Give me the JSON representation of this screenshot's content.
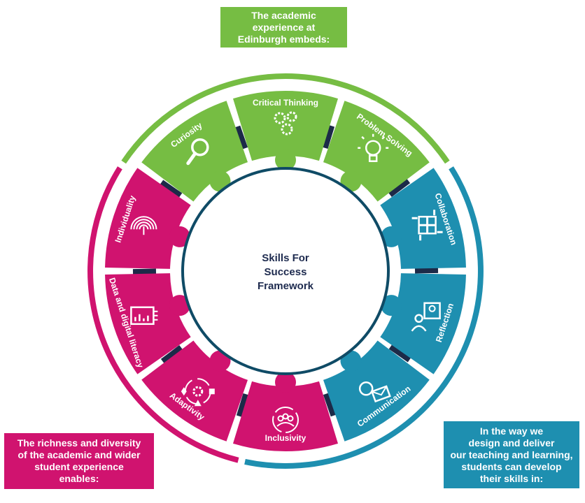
{
  "colors": {
    "green": "#76bd43",
    "teal": "#1e8fb0",
    "magenta": "#d0136f",
    "navy": "#1c2a48",
    "ring": "#0f4b66"
  },
  "center": {
    "line1": "Skills For",
    "line2": "Success",
    "line3": "Framework"
  },
  "callouts": {
    "top": {
      "lines": [
        "The academic",
        "experience at",
        "Edinburgh embeds:"
      ]
    },
    "left": {
      "lines": [
        "The richness and diversity",
        "of the academic and wider",
        "student experience",
        "enables:"
      ]
    },
    "right": {
      "lines": [
        "In the way we",
        "design and deliver",
        "our teaching and learning,",
        "students can develop",
        "their skills in:"
      ]
    }
  },
  "segments": [
    {
      "label": "Critical Thinking",
      "group": "green",
      "icon": "gears-icon"
    },
    {
      "label": "Problem Solving",
      "group": "green",
      "icon": "lightbulb-icon"
    },
    {
      "label": "Collaboration",
      "group": "teal",
      "icon": "puzzle-hands-icon"
    },
    {
      "label": "Reflection",
      "group": "teal",
      "icon": "person-frame-icon"
    },
    {
      "label": "Communication",
      "group": "teal",
      "icon": "chat-envelope-icon"
    },
    {
      "label": "Inclusivity",
      "group": "magenta",
      "icon": "group-people-icon"
    },
    {
      "label": "Adaptivity",
      "group": "magenta",
      "icon": "cycle-gear-icon"
    },
    {
      "label": "Data and digital literacy",
      "group": "magenta",
      "icon": "chart-screen-icon"
    },
    {
      "label": "Individuality",
      "group": "magenta",
      "icon": "fingerprint-icon"
    },
    {
      "label": "Curiosity",
      "group": "green",
      "icon": "magnifier-icon"
    }
  ]
}
